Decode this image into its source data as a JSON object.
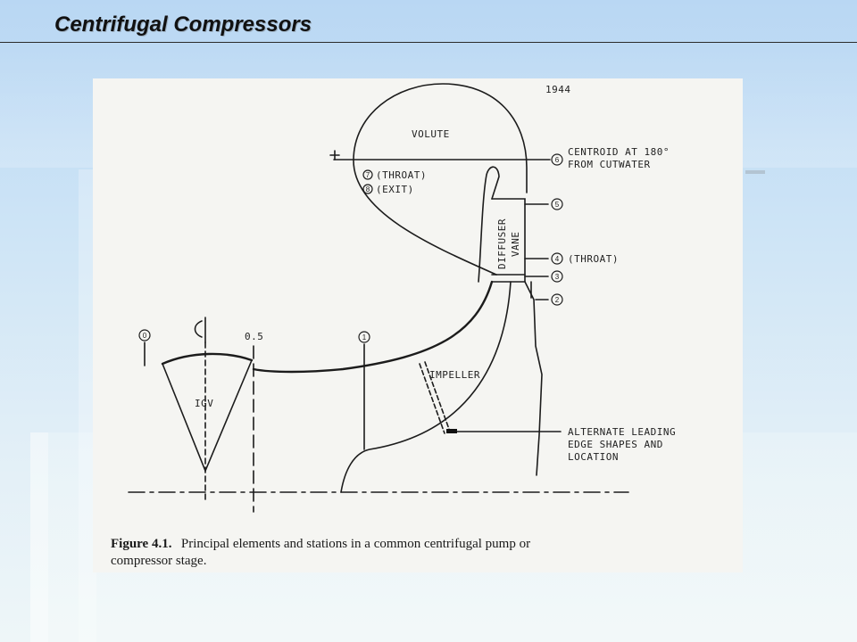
{
  "slide": {
    "title": "Centrifugal Compressors"
  },
  "figure": {
    "year_mark": "1944",
    "labels": {
      "volute": "VOLUTE",
      "throat_7": "(THROAT)",
      "exit_8": "(EXIT)",
      "centroid_line1": "CENTROID AT 180°",
      "centroid_line2": "FROM CUTWATER",
      "diffuser": "DIFFUSER",
      "vane": "VANE",
      "throat_4": "(THROAT)",
      "centerline": "0.5",
      "impeller": "IMPELLER",
      "igv": "IGV",
      "alternate_line1": "ALTERNATE LEADING",
      "alternate_line2": "EDGE SHAPES AND",
      "alternate_line3": "LOCATION"
    },
    "stations": {
      "s0": "0",
      "s1": "1",
      "s2": "2",
      "s3": "3",
      "s4": "4",
      "s5": "5",
      "s6": "6",
      "s7": "7",
      "s8": "8"
    },
    "caption": {
      "label": "Figure 4.1.",
      "line1": "Principal elements and stations in a common centrifugal pump or",
      "line2": "compressor stage."
    }
  }
}
